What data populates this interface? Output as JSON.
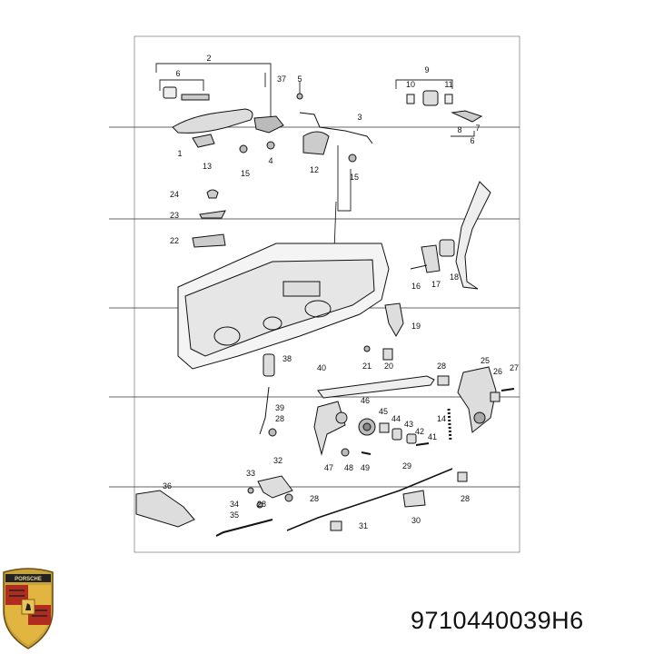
{
  "part_number": "9710440039H6",
  "logo": {
    "wordmark": "PORSCHE",
    "icon": "porsche-crest-icon"
  },
  "callouts": [
    {
      "id": "c2",
      "label": "2"
    },
    {
      "id": "c6a",
      "label": "6"
    },
    {
      "id": "c37",
      "label": "37"
    },
    {
      "id": "c5",
      "label": "5"
    },
    {
      "id": "c9",
      "label": "9"
    },
    {
      "id": "c10",
      "label": "10"
    },
    {
      "id": "c11",
      "label": "11"
    },
    {
      "id": "c7",
      "label": "7"
    },
    {
      "id": "c8",
      "label": "8"
    },
    {
      "id": "c6b",
      "label": "6"
    },
    {
      "id": "c3",
      "label": "3"
    },
    {
      "id": "c1",
      "label": "1"
    },
    {
      "id": "c13",
      "label": "13"
    },
    {
      "id": "c15a",
      "label": "15"
    },
    {
      "id": "c4",
      "label": "4"
    },
    {
      "id": "c12",
      "label": "12"
    },
    {
      "id": "c15b",
      "label": "15"
    },
    {
      "id": "c24",
      "label": "24"
    },
    {
      "id": "c23",
      "label": "23"
    },
    {
      "id": "c22",
      "label": "22"
    },
    {
      "id": "c16",
      "label": "16"
    },
    {
      "id": "c17",
      "label": "17"
    },
    {
      "id": "c18",
      "label": "18"
    },
    {
      "id": "c19",
      "label": "19"
    },
    {
      "id": "c38",
      "label": "38"
    },
    {
      "id": "c21",
      "label": "21"
    },
    {
      "id": "c20",
      "label": "20"
    },
    {
      "id": "c40",
      "label": "40"
    },
    {
      "id": "c28a",
      "label": "28"
    },
    {
      "id": "c25",
      "label": "25"
    },
    {
      "id": "c26",
      "label": "26"
    },
    {
      "id": "c27",
      "label": "27"
    },
    {
      "id": "c39",
      "label": "39"
    },
    {
      "id": "c28b",
      "label": "28"
    },
    {
      "id": "c46",
      "label": "46"
    },
    {
      "id": "c45",
      "label": "45"
    },
    {
      "id": "c44",
      "label": "44"
    },
    {
      "id": "c43",
      "label": "43"
    },
    {
      "id": "c42",
      "label": "42"
    },
    {
      "id": "c41",
      "label": "41"
    },
    {
      "id": "c14",
      "label": "14"
    },
    {
      "id": "c47",
      "label": "47"
    },
    {
      "id": "c48",
      "label": "48"
    },
    {
      "id": "c49",
      "label": "49"
    },
    {
      "id": "c32",
      "label": "32"
    },
    {
      "id": "c33",
      "label": "33"
    },
    {
      "id": "c29",
      "label": "29"
    },
    {
      "id": "c36",
      "label": "36"
    },
    {
      "id": "c34",
      "label": "34"
    },
    {
      "id": "c28c",
      "label": "28"
    },
    {
      "id": "c28d",
      "label": "28"
    },
    {
      "id": "c28e",
      "label": "28"
    },
    {
      "id": "c35",
      "label": "35"
    },
    {
      "id": "c30",
      "label": "30"
    },
    {
      "id": "c31",
      "label": "31"
    }
  ]
}
